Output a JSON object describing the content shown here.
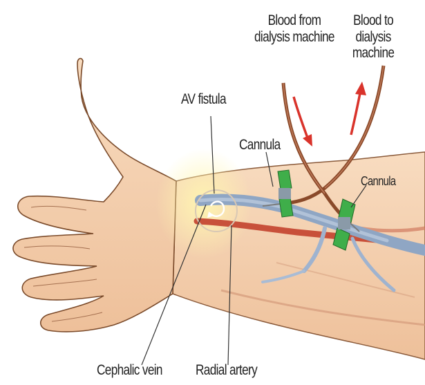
{
  "diagram": {
    "labels": {
      "blood_from": "Blood from\ndialysis machine",
      "blood_to": "Blood to\ndialysis machine",
      "av_fistula": "AV fistula",
      "cannula_left": "Cannula",
      "cannula_right": "Cannula",
      "cephalic_vein": "Cephalic vein",
      "radial_artery": "Radial artery"
    },
    "colors": {
      "skin": "#f7d6b4",
      "skin_outline": "#7a4a2a",
      "vein": "#8fa6c4",
      "artery": "#c8503a",
      "cannula": "#3fae4a",
      "tube": "#8a4a2a",
      "arrow": "#d9332b"
    }
  }
}
